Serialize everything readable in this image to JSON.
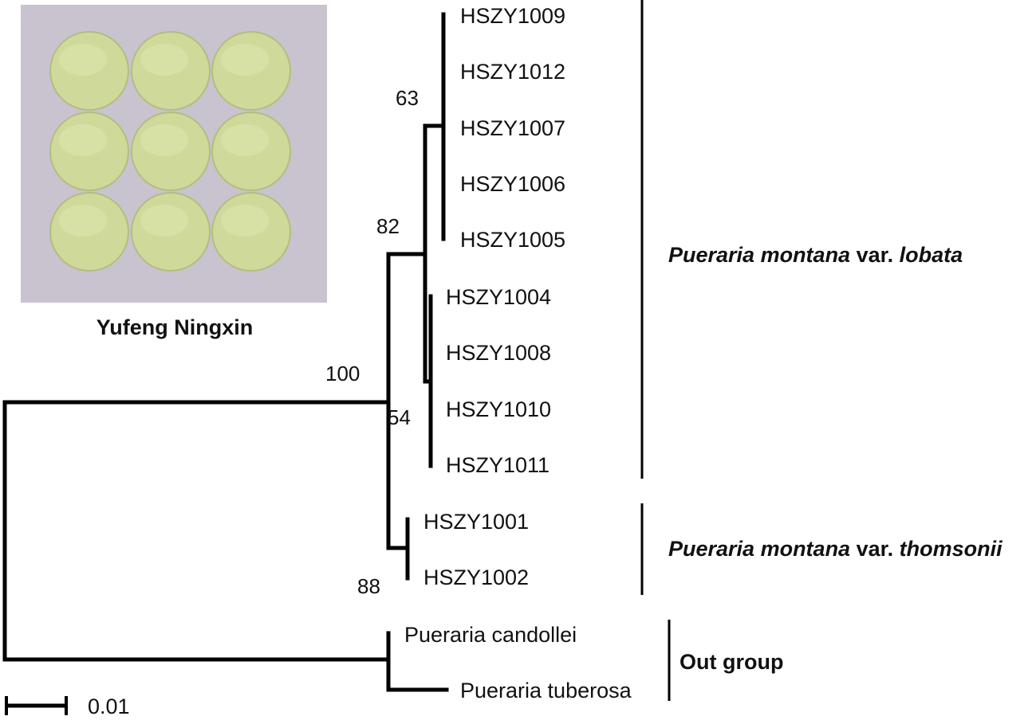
{
  "photo": {
    "caption": "Yufeng Ningxin",
    "background_color": "#c9c3cf",
    "tablet_color": "#cfd99a",
    "tablet_count": 9
  },
  "tree": {
    "leaves": [
      "HSZY1009",
      "HSZY1012",
      "HSZY1007",
      "HSZY1006",
      "HSZY1005",
      "HSZY1004",
      "HSZY1008",
      "HSZY1010",
      "HSZY1011",
      "HSZY1001",
      "HSZY1002",
      "Pueraria candollei",
      "Pueraria tuberosa"
    ],
    "bootstrap": [
      "63",
      "82",
      "100",
      "54",
      "88"
    ],
    "groups": [
      {
        "genus_species": "Pueraria montana",
        "var": " var. ",
        "variety": "lobata"
      },
      {
        "genus_species": "Pueraria montana",
        "var": " var. ",
        "variety": "thomsonii"
      },
      {
        "label": "Out group"
      }
    ],
    "scale_label": "0.01"
  }
}
